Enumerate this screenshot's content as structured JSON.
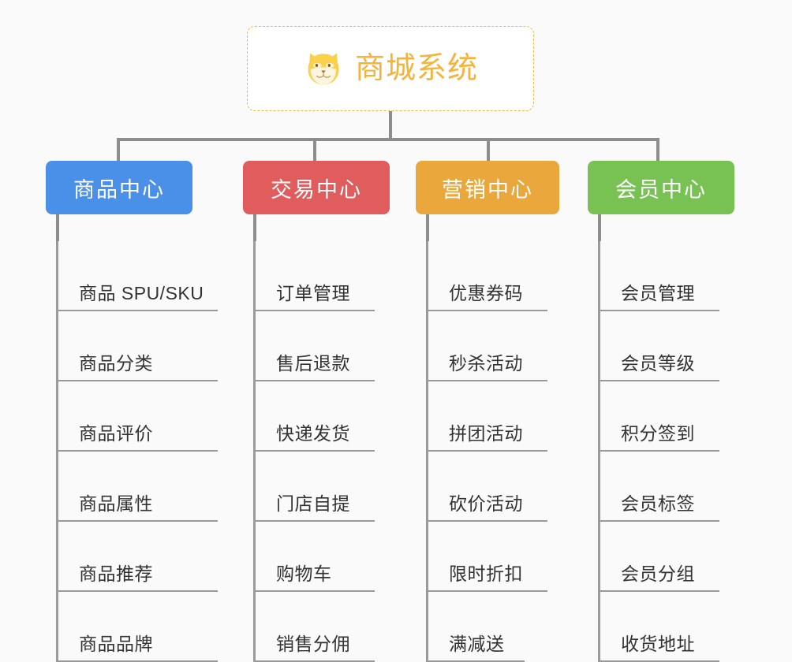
{
  "page": {
    "background_color": "#fafafa",
    "diagram_type": "org-chart"
  },
  "root": {
    "title": "商城系统",
    "icon": "shiba-dog-face-icon",
    "border_color": "#f0b64a",
    "text_color": "#f5b33c",
    "background_color": "#ffffff"
  },
  "connector": {
    "color": "#8d8d8d"
  },
  "columns": [
    {
      "id": "product-center",
      "title": "商品中心",
      "color": "#4a90e8",
      "items": [
        "商品 SPU/SKU",
        "商品分类",
        "商品评价",
        "商品属性",
        "商品推荐",
        "商品品牌"
      ]
    },
    {
      "id": "trade-center",
      "title": "交易中心",
      "color": "#e15c5c",
      "items": [
        "订单管理",
        "售后退款",
        "快递发货",
        "门店自提",
        "购物车",
        "销售分佣"
      ]
    },
    {
      "id": "marketing-center",
      "title": "营销中心",
      "color": "#eaa83c",
      "items": [
        "优惠券码",
        "秒杀活动",
        "拼团活动",
        "砍价活动",
        "限时折扣",
        "满减送"
      ]
    },
    {
      "id": "member-center",
      "title": "会员中心",
      "color": "#78c254",
      "items": [
        "会员管理",
        "会员等级",
        "积分签到",
        "会员标签",
        "会员分组",
        "收货地址"
      ]
    }
  ]
}
